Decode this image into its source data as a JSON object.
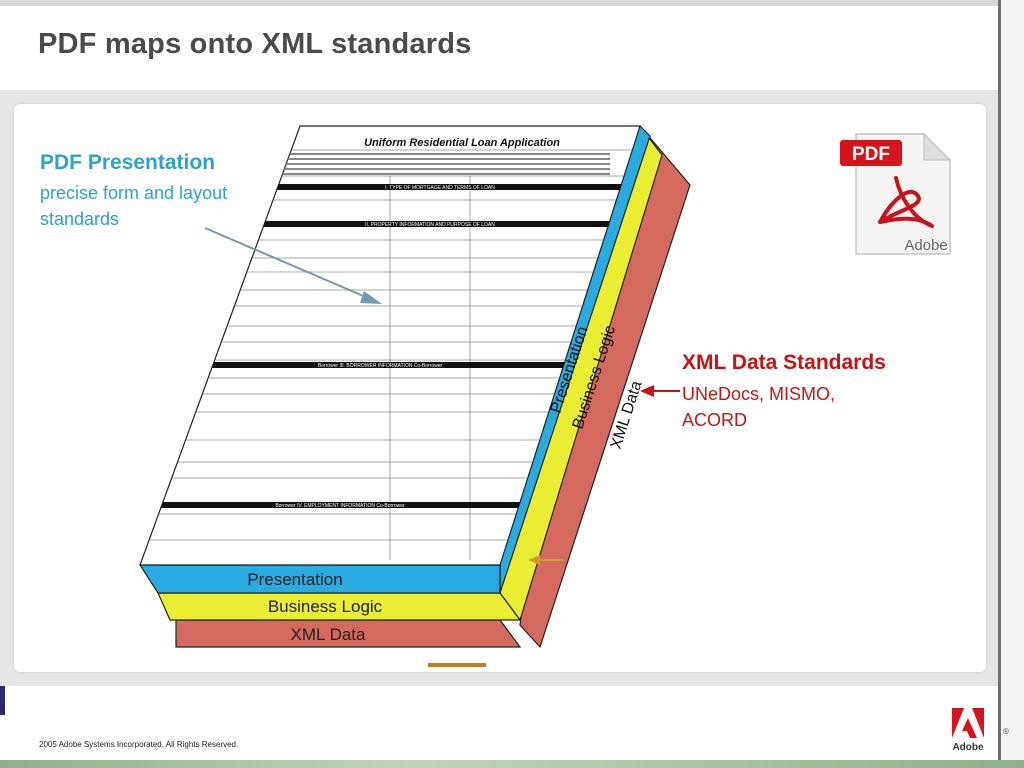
{
  "slide": {
    "title": "PDF maps onto XML standards",
    "pdf_presentation": {
      "title": "PDF Presentation",
      "subtitle": "precise form and layout standards"
    },
    "xml_standards": {
      "title": "XML Data Standards",
      "subtitle": "UNeDocs, MISMO, ACORD"
    },
    "layers": [
      "Presentation",
      "Business Logic",
      "XML Data"
    ],
    "layer_colors": {
      "presentation": "#29abe2",
      "business_logic": "#eaee33",
      "xml_data": "#d46a5e"
    },
    "form": {
      "title": "Uniform Residential Loan Application",
      "sections": [
        "I.  TYPE OF MORTGAGE AND TERMS OF LOAN",
        "II.  PROPERTY INFORMATION AND PURPOSE OF LOAN",
        "Borrower          III.  BORROWER INFORMATION          Co-Borrower",
        "Borrower          IV.  EMPLOYMENT INFORMATION          Co-Borrower"
      ]
    },
    "pdf_icon": {
      "badge": "PDF",
      "brand": "Adobe"
    },
    "footer": {
      "copyright": "2005 Adobe Systems Incorporated.  All Rights Reserved.",
      "logo_text": "Adobe",
      "registered": "®"
    }
  }
}
